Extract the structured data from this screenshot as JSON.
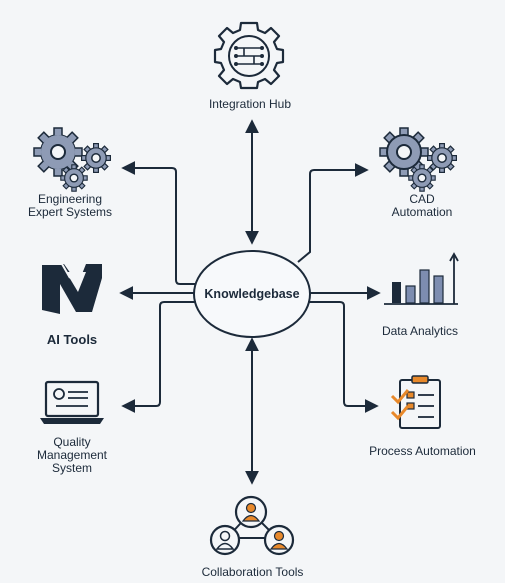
{
  "center": {
    "label": "Knowledgebase"
  },
  "nodes": {
    "integration_hub": {
      "label": "Integration Hub",
      "icon": "hub-gear-icon"
    },
    "engineering_expert_systems": {
      "label_line1": "Engineering",
      "label_line2": "Expert Systems",
      "icon": "gears-icon"
    },
    "cad_automation": {
      "label_line1": "CAD",
      "label_line2": "Automation",
      "icon": "gears-icon"
    },
    "ai_tools": {
      "label": "AI Tools",
      "icon": "ai-logo-icon"
    },
    "data_analytics": {
      "label": "Data Analytics",
      "icon": "bar-chart-icon"
    },
    "quality_management_system": {
      "label_line1": "Quality",
      "label_line2": "Management",
      "label_line3": "System",
      "icon": "laptop-icon"
    },
    "process_automation": {
      "label": "Process Automation",
      "icon": "checklist-icon"
    },
    "collaboration_tools": {
      "label": "Collaboration Tools",
      "icon": "people-network-icon"
    }
  },
  "colors": {
    "background": "#f4f6f8",
    "line": "#1c2a3a",
    "gear_fill": "#8e9bb5",
    "accent_orange": "#e8892b",
    "bar_fill": "#7d8db0"
  }
}
